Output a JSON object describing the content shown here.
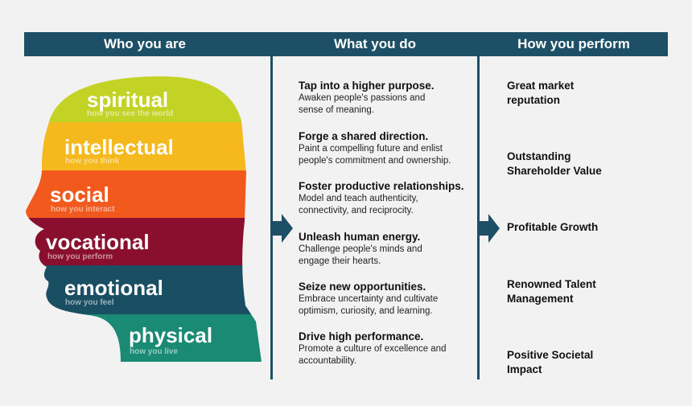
{
  "header": {
    "col1": "Who you are",
    "col2": "What you do",
    "col3": "How you perform"
  },
  "colors": {
    "header_bg": "#1d4f66",
    "background": "#f2f2f2"
  },
  "layers": [
    {
      "title": "spiritual",
      "subtitle": "how you see the world",
      "color": "#c3d325"
    },
    {
      "title": "intellectual",
      "subtitle": "how you think",
      "color": "#f5b81d"
    },
    {
      "title": "social",
      "subtitle": "how you interact",
      "color": "#f25a1d"
    },
    {
      "title": "vocational",
      "subtitle": "how you perform",
      "color": "#8a0f2e"
    },
    {
      "title": "emotional",
      "subtitle": "how you feel",
      "color": "#1a4f63"
    },
    {
      "title": "physical",
      "subtitle": "how you live",
      "color": "#1b8a74"
    }
  ],
  "actions": [
    {
      "title": "Tap into a higher purpose.",
      "desc": "Awaken people's passions and sense of meaning."
    },
    {
      "title": "Forge a shared direction.",
      "desc": "Paint a compelling future and enlist people's commitment and ownership."
    },
    {
      "title": "Foster productive relationships.",
      "desc": "Model and teach authenticity, connectivity, and reciprocity."
    },
    {
      "title": "Unleash human energy.",
      "desc": "Challenge people's minds and engage their hearts."
    },
    {
      "title": "Seize new opportunities.",
      "desc": "Embrace uncertainty and cultivate optimism, curiosity, and learning."
    },
    {
      "title": "Drive high performance.",
      "desc": "Promote a culture of excellence and accountability."
    }
  ],
  "outcomes": [
    "Great market reputation",
    "Outstanding Shareholder Value",
    "Profitable Growth",
    "Renowned Talent Management",
    "Positive Societal Impact"
  ]
}
